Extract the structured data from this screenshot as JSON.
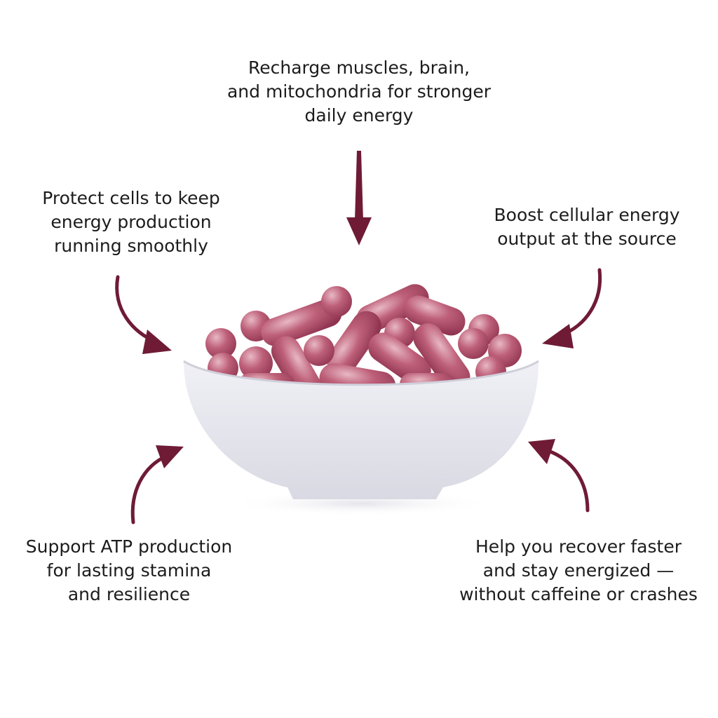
{
  "colors": {
    "accent": "#6f1b36",
    "capsule": "#b85a72",
    "bowl": "#e6e6ee",
    "text": "#1c1c1c"
  },
  "benefits": {
    "top": [
      "Recharge muscles, brain,",
      "and mitochondria for stronger",
      "daily energy"
    ],
    "top_left": [
      "Protect cells to keep",
      "energy production",
      "running smoothly"
    ],
    "top_right": [
      "Boost cellular energy",
      "output at the source"
    ],
    "bottom_left": [
      "Support ATP production",
      "for lasting stamina",
      "and resilience"
    ],
    "bottom_right": [
      "Help you recover faster",
      "and stay energized —",
      "without caffeine or crashes"
    ]
  },
  "icons": [
    "arrow-down-icon",
    "curved-arrow-icon"
  ]
}
